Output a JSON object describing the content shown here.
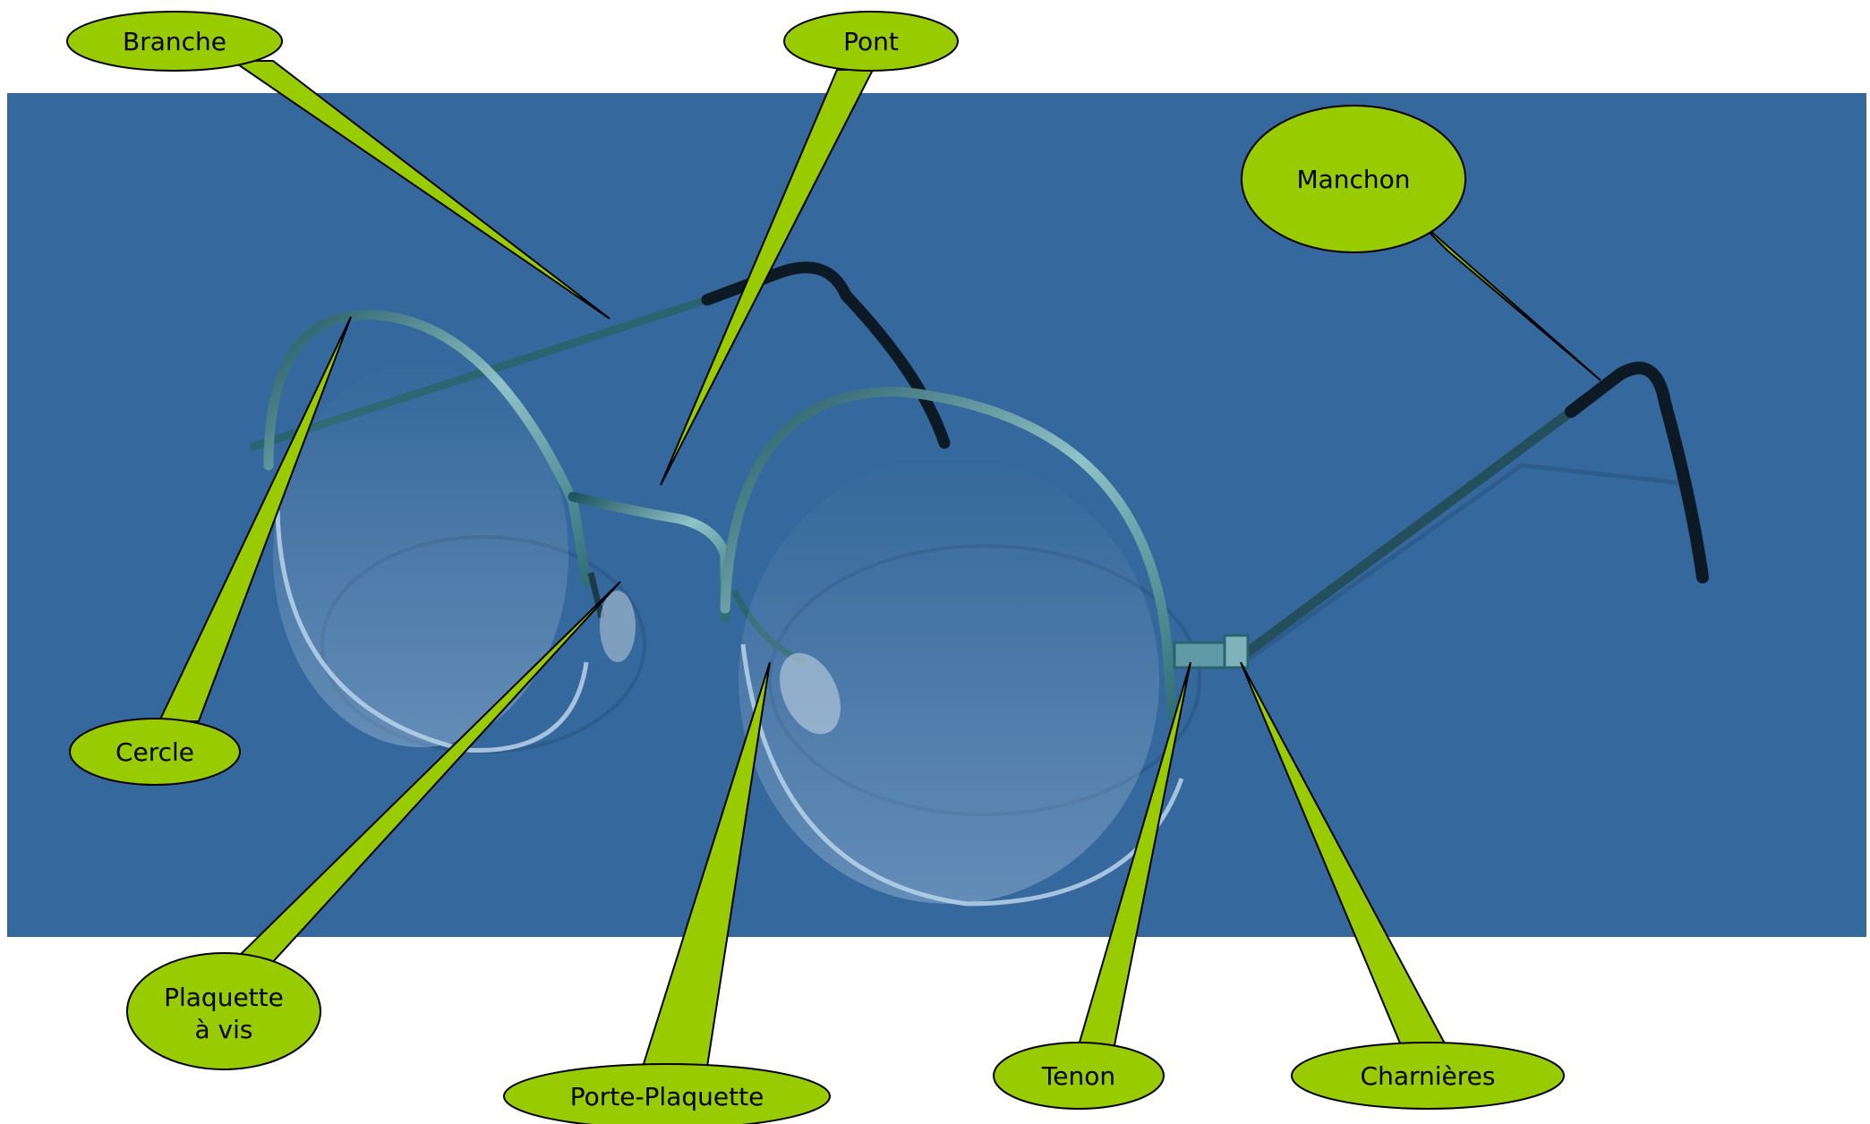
{
  "colors": {
    "background": "#ffffff",
    "photo_backdrop": "#35689c",
    "callout_fill": "#99cc00",
    "callout_stroke": "#000000",
    "frame_metal": "#2f6e78",
    "frame_highlight": "#8fc3c8",
    "temple_tip": "#0c1a26"
  },
  "illustration": {
    "subject": "round-wire-eyeglasses-icon"
  },
  "labels": {
    "branche": "Branche",
    "pont": "Pont",
    "manchon": "Manchon",
    "cercle": "Cercle",
    "plaquette_line1": "Plaquette",
    "plaquette_line2": "à vis",
    "porte_plaquette": "Porte-Plaquette",
    "tenon": "Tenon",
    "charnieres": "Charnières"
  }
}
